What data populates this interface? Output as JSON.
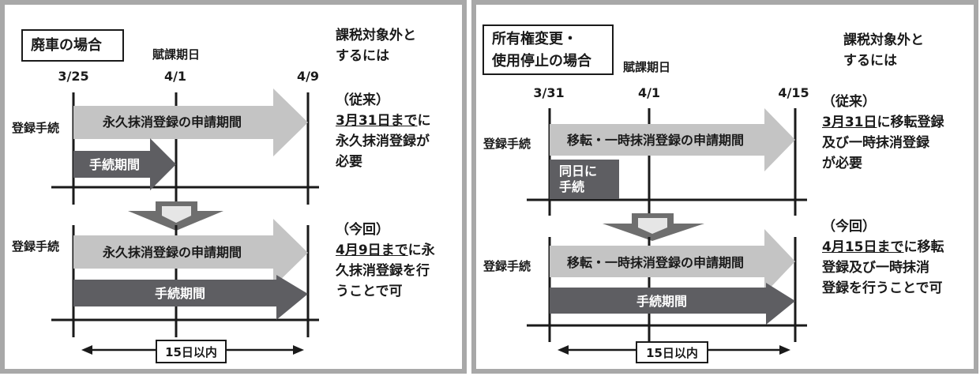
{
  "colors": {
    "frame": "#a8a8a8",
    "light_arrow": "#c4c4c4",
    "dark_arrow": "#5e5e62",
    "line": "#1a1a1a"
  },
  "left": {
    "title": "廃車の場合",
    "tax_date_label": "賦課期日",
    "dates": [
      "3/25",
      "4/1",
      "4/9"
    ],
    "row_label_top": "登録手続",
    "row_label_bottom": "登録手続",
    "top_long_arrow": "永久抹消登録の申請期間",
    "top_short_arrow": "手続期間",
    "bottom_long_arrow": "永久抹消登録の申請期間",
    "bottom_short_arrow": "手続期間",
    "range": "15日以内",
    "heading": [
      "課税対象外と",
      "するには"
    ],
    "before": {
      "label": "（従来）",
      "underlined": "3月31日まで",
      "rest": [
        "に",
        "永久抹消登録が",
        "必要"
      ]
    },
    "after": {
      "label": "（今回）",
      "underlined": "4月9日まで",
      "rest": [
        "に永",
        "久抹消登録を行",
        "うことで可"
      ]
    }
  },
  "right": {
    "title": [
      "所有権変更・",
      "使用停止の場合"
    ],
    "tax_date_label": "賦課期日",
    "dates": [
      "3/31",
      "4/1",
      "4/15"
    ],
    "row_label_top": "登録手続",
    "row_label_bottom": "登録手続",
    "top_long_arrow": "移転・一時抹消登録の申請期間",
    "same_day": [
      "同日に",
      "手続"
    ],
    "bottom_long_arrow": "移転・一時抹消登録の申請期間",
    "bottom_short_arrow": "手続期間",
    "range": "15日以内",
    "heading": [
      "課税対象外と",
      "するには"
    ],
    "before": {
      "label": "（従来）",
      "underlined": "3月31日",
      "rest": [
        "に移転登録",
        "及び一時抹消登録",
        "が必要"
      ]
    },
    "after": {
      "label": "（今回）",
      "underlined": "4月15日まで",
      "rest": [
        "に移転",
        "登録及び一時抹消",
        "登録を行うことで可"
      ]
    }
  }
}
